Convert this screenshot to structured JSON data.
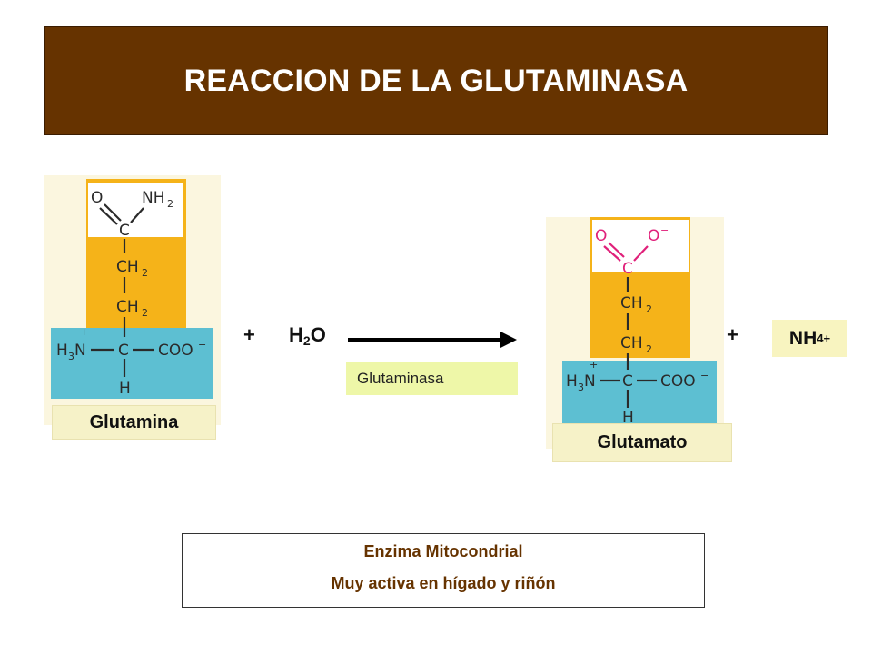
{
  "title": "REACCION DE LA GLUTAMINASA",
  "reactant": {
    "name": "Glutamina",
    "side_chain_top": [
      "O",
      "NH2"
    ],
    "chain": [
      "C",
      "CH2",
      "CH2"
    ],
    "backbone": [
      "H3N+",
      "C",
      "COO-",
      "H"
    ]
  },
  "plus1": "+",
  "water": {
    "H": "H",
    "sub": "2",
    "O": "O"
  },
  "enzyme": "Glutaminasa",
  "product": {
    "name": "Glutamato",
    "side_chain_top": [
      "O",
      "O-"
    ],
    "chain": [
      "C",
      "CH2",
      "CH2"
    ],
    "backbone": [
      "H3N+",
      "C",
      "COO-",
      "H"
    ]
  },
  "plus2": "+",
  "ammonium": {
    "N": "NH",
    "sub": "4",
    "sup": "+"
  },
  "note": {
    "line1": "Enzima Mitocondrial",
    "line2": "Muy activa en hígado y riñón"
  },
  "colors": {
    "title_bg": "#663300",
    "side_chain": "#f5b319",
    "backbone": "#5dbfd2",
    "carboxylate_highlight": "#e0207a",
    "note_text": "#663300"
  }
}
